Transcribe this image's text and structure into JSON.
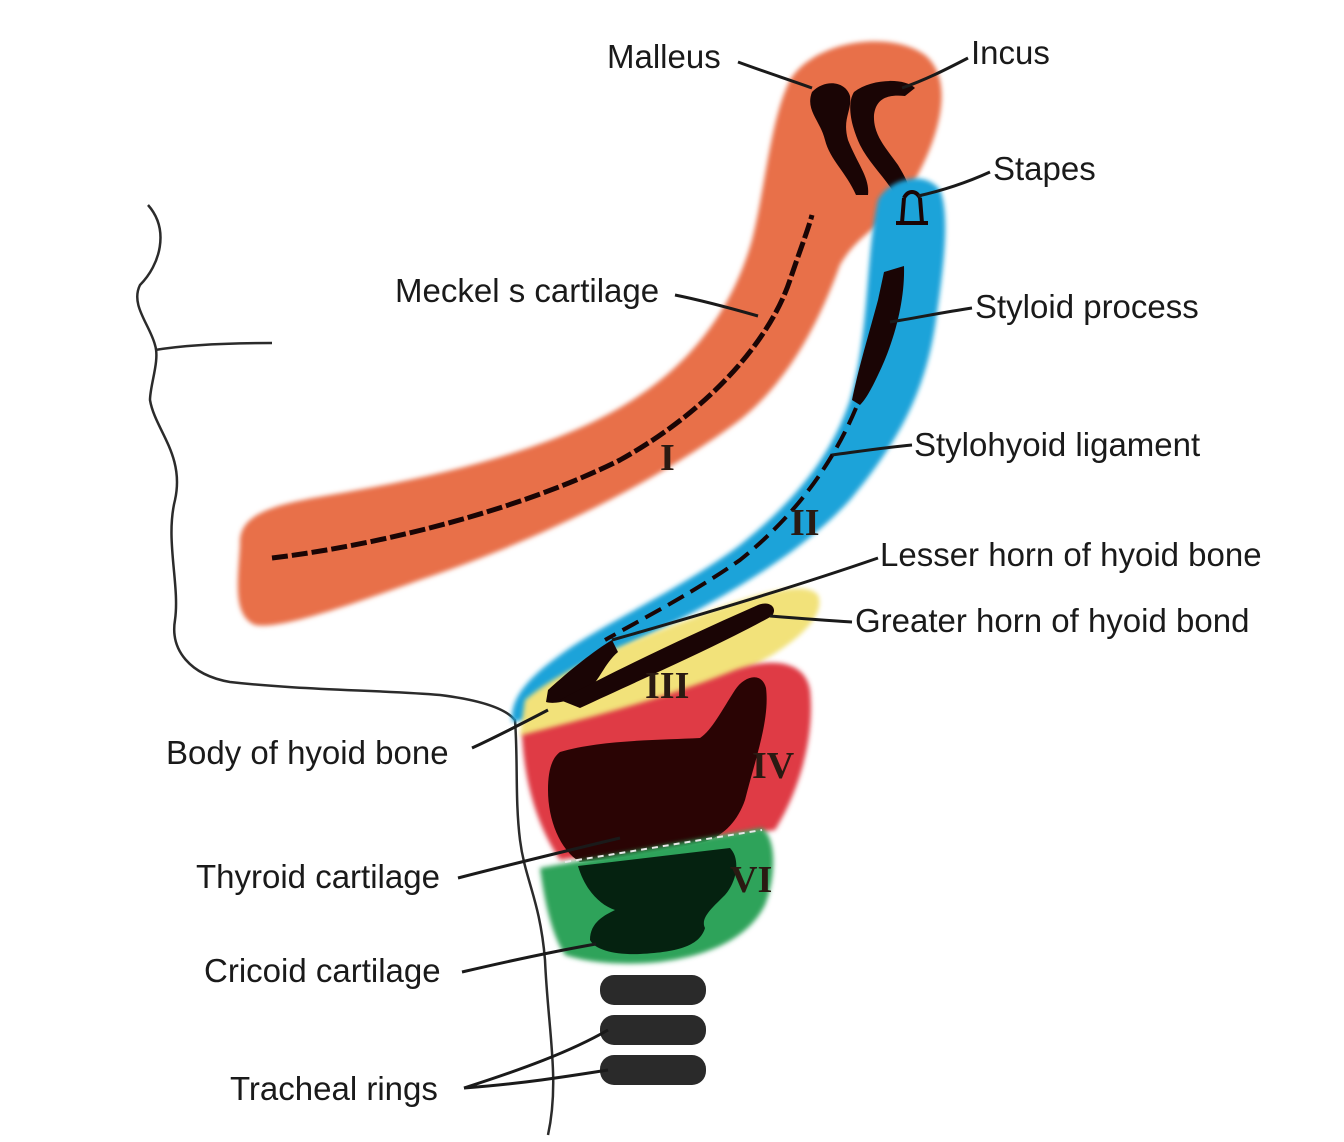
{
  "labels": {
    "malleus": "Malleus",
    "incus": "Incus",
    "stapes": "Stapes",
    "meckels_cartilage": "Meckel s cartilage",
    "styloid_process": "Styloid process",
    "stylohyoid_ligament": "Stylohyoid ligament",
    "lesser_horn": "Lesser horn of hyoid bone",
    "greater_horn": "Greater horn of hyoid bond",
    "body_of_hyoid": "Body of hyoid bone",
    "thyroid_cartilage": "Thyroid cartilage",
    "cricoid_cartilage": "Cricoid cartilage",
    "tracheal_rings": "Tracheal rings"
  },
  "arch_numerals": {
    "arch_1": "I",
    "arch_2": "II",
    "arch_3": "III",
    "arch_4": "IV",
    "arch_6": "VI"
  },
  "colors": {
    "arch_1": "#e8704a",
    "arch_2": "#1aa3d9",
    "arch_3": "#f2e27a",
    "arch_4": "#df3a44",
    "arch_6": "#2fa35a",
    "cartilage": "#1a0505",
    "outline": "#2b2b2b"
  }
}
